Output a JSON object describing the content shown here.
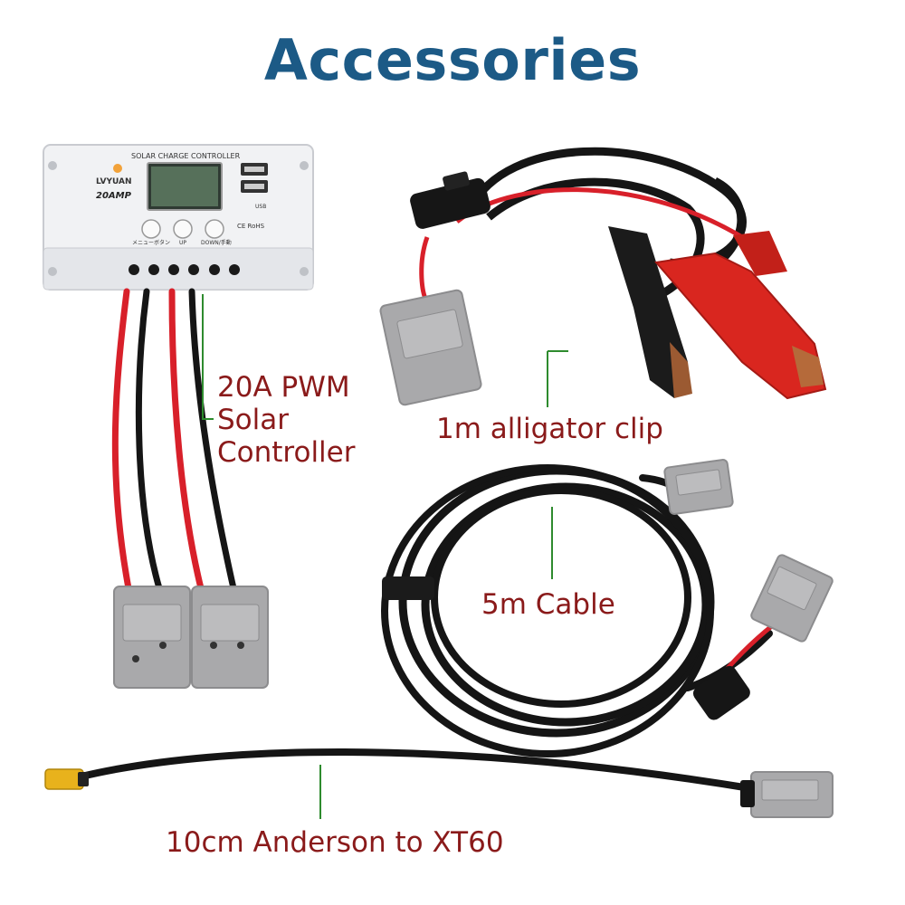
{
  "title": "Accessories",
  "controller": {
    "header": "SOLAR CHARGE CONTROLLER",
    "brand": "LVYUAN",
    "rating": "20AMP",
    "button_labels": [
      "メニューボタン",
      "UP",
      "DOWN/手動"
    ],
    "usb_label": "USB",
    "rohs": "CE RoHS",
    "label_lines": [
      "20A PWM",
      "Solar",
      "Controller"
    ]
  },
  "clip": {
    "label": "1m alligator clip"
  },
  "cable": {
    "label": "5m Cable"
  },
  "adapter": {
    "label": "10cm Anderson to XT60"
  },
  "colors": {
    "title": "#1c5a86",
    "label_text": "#8a1a1a",
    "leader_line": "#2e8b2e",
    "wire_red": "#d8202a",
    "wire_black": "#151515",
    "connector_grey": "#a9a9ab",
    "clip_red": "#d9261f"
  }
}
